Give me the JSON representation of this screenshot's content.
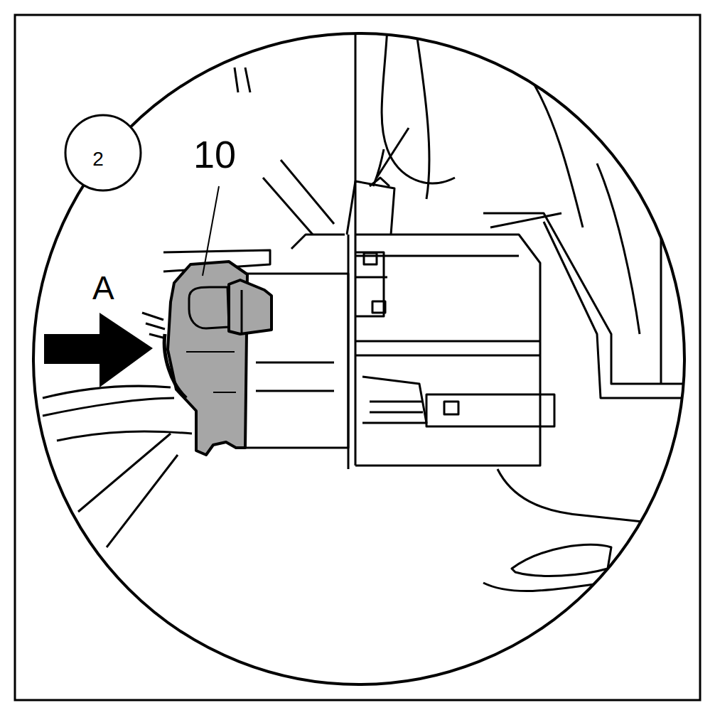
{
  "diagram": {
    "nodes": [
      {
        "text": [
          "2"
        ]
      }
    ],
    "labels": [
      "10",
      "A"
    ]
  }
}
